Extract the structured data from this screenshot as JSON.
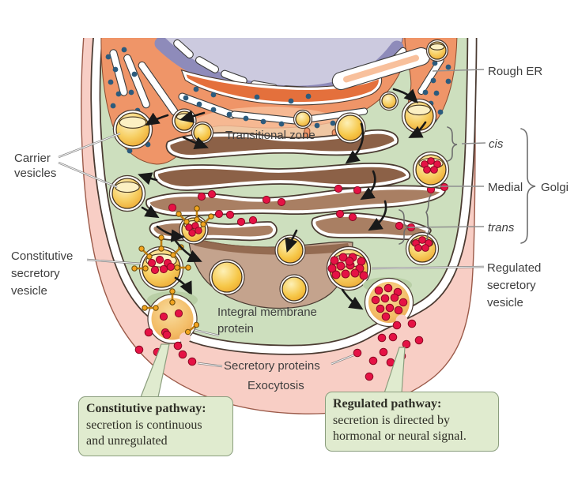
{
  "diagram": {
    "labels": {
      "rough_er": "Rough ER",
      "transitional_zone": "Transitional zone",
      "carrier_vesicles": [
        "Carrier",
        "vesicles"
      ],
      "cis": "cis",
      "medial": "Medial",
      "trans": "trans",
      "golgi": "Golgi",
      "constitutive_secretory_vesicle": [
        "Constitutive",
        "secretory",
        "vesicle"
      ],
      "regulated_secretory_vesicle": [
        "Regulated",
        "secretory",
        "vesicle"
      ],
      "integral_membrane_protein": [
        "Integral membrane",
        "protein"
      ],
      "secretory_proteins": "Secretory proteins",
      "exocytosis": "Exocytosis"
    },
    "callouts": {
      "constitutive": {
        "title": "Constitutive pathway:",
        "lines": [
          "secretion is continuous",
          "and unregulated"
        ]
      },
      "regulated": {
        "title": "Regulated pathway:",
        "lines": [
          "secretion is directed by",
          "hormonal or neural signal."
        ]
      }
    },
    "colors": {
      "extracellular_pink": "#f8cec5",
      "pink_outline": "#9b5a49",
      "cytosol_green": "#cddfbe",
      "cytosol_green_dark": "#b9cfa6",
      "membrane_white": "#ffffff",
      "membrane_outline": "#4a3a31",
      "er_orange": "#ef9568",
      "er_orange_deep": "#e4703c",
      "er_orange_light": "#f8c09c",
      "nucleus_lavender": "#cccadf",
      "nucleus_band": "#8e8bba",
      "golgi_dark_brown": "#8c6147",
      "golgi_mid_brown": "#a97f63",
      "golgi_light_brown": "#c4a38d",
      "vesicle_yellow": "#f5c54f",
      "vesicle_yellow_pale": "#fcf0c3",
      "vesicle_orange": "#f2b968",
      "secretory_red": "#e51245",
      "secretory_red_dark": "#8c0a23",
      "ribosome_blue": "#2c5b7d",
      "arrow_black": "#191919",
      "pointer_gray": "#8f8f8f",
      "brace_gray": "#6e6e6e",
      "label_gray": "#3e3e3e",
      "callout_green": "#e0ebcf",
      "callout_border": "#8b9e7e",
      "callout_text": "#2e2e26"
    }
  }
}
